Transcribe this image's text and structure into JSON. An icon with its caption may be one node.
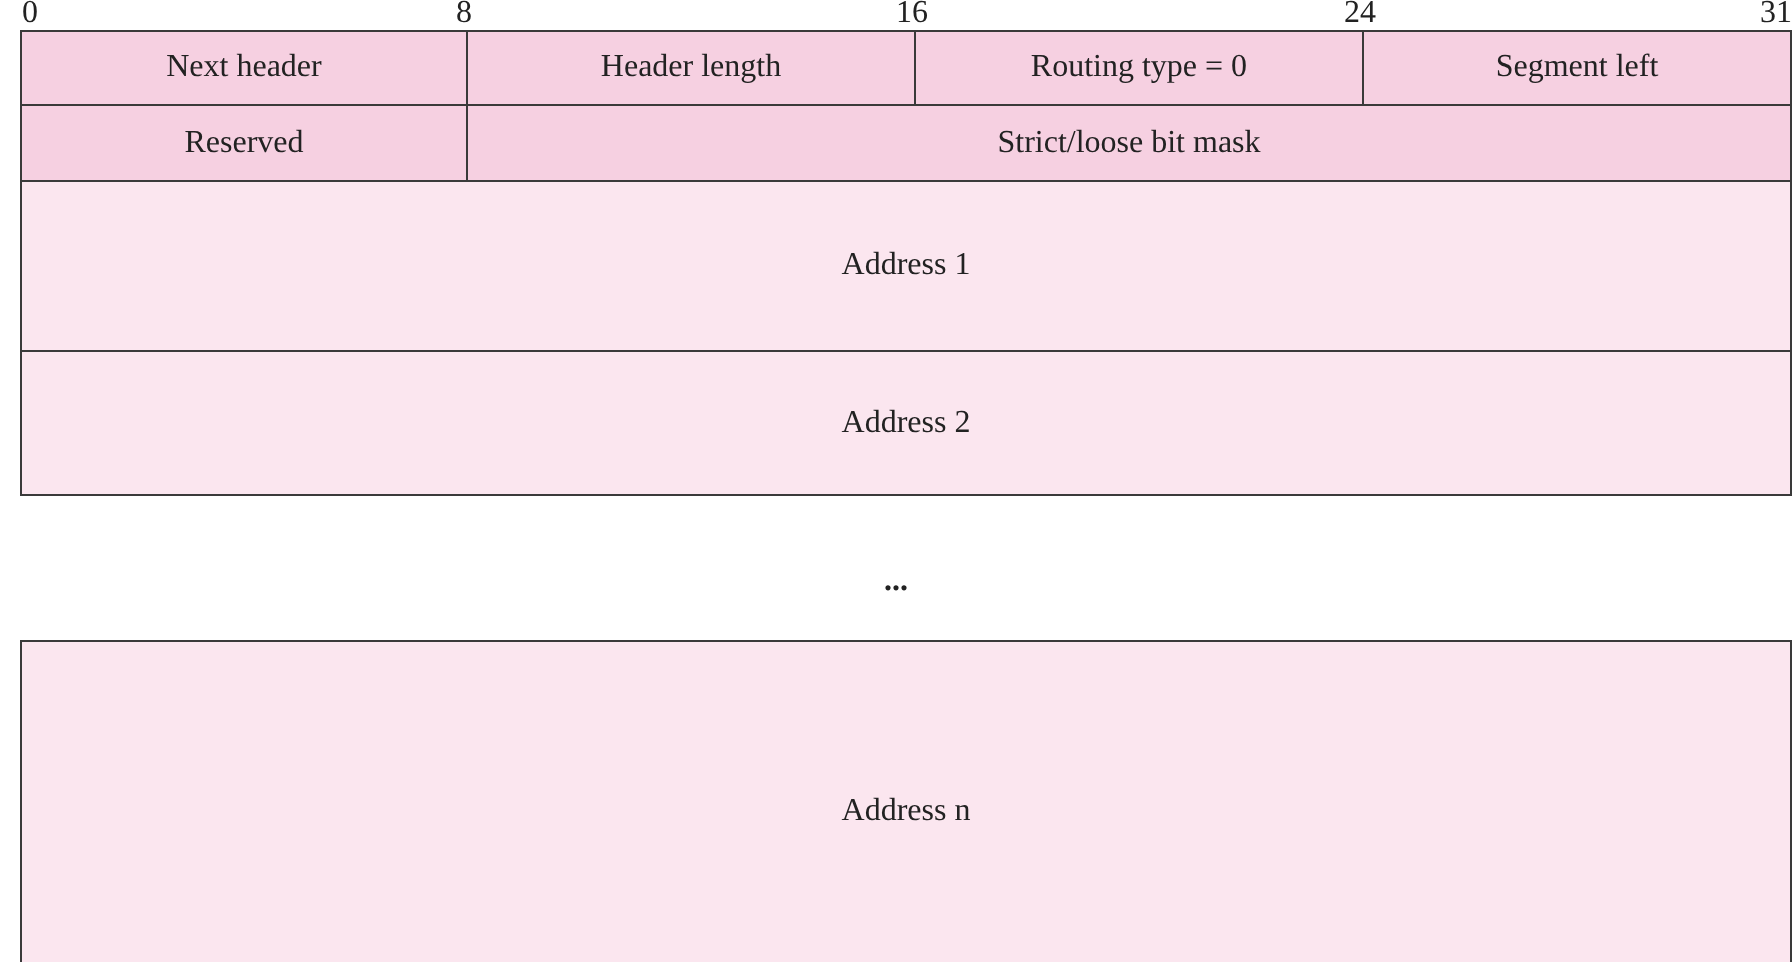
{
  "diagram": {
    "nodes": [
      {
        "text": [
          "Next header"
        ]
      },
      {
        "text": [
          "Header length"
        ]
      },
      {
        "text": [
          "Routing type = 0"
        ]
      },
      {
        "text": [
          "Segment left"
        ]
      },
      {
        "text": [
          "Reserved"
        ]
      },
      {
        "text": [
          "Strict/loose bit mask"
        ]
      },
      {
        "text": [
          "Address 1"
        ]
      },
      {
        "text": [
          "Address 2"
        ]
      },
      {
        "text": [
          "Address n"
        ]
      }
    ],
    "labels": [
      "0",
      "8",
      "16",
      "24",
      "31",
      "..."
    ]
  }
}
